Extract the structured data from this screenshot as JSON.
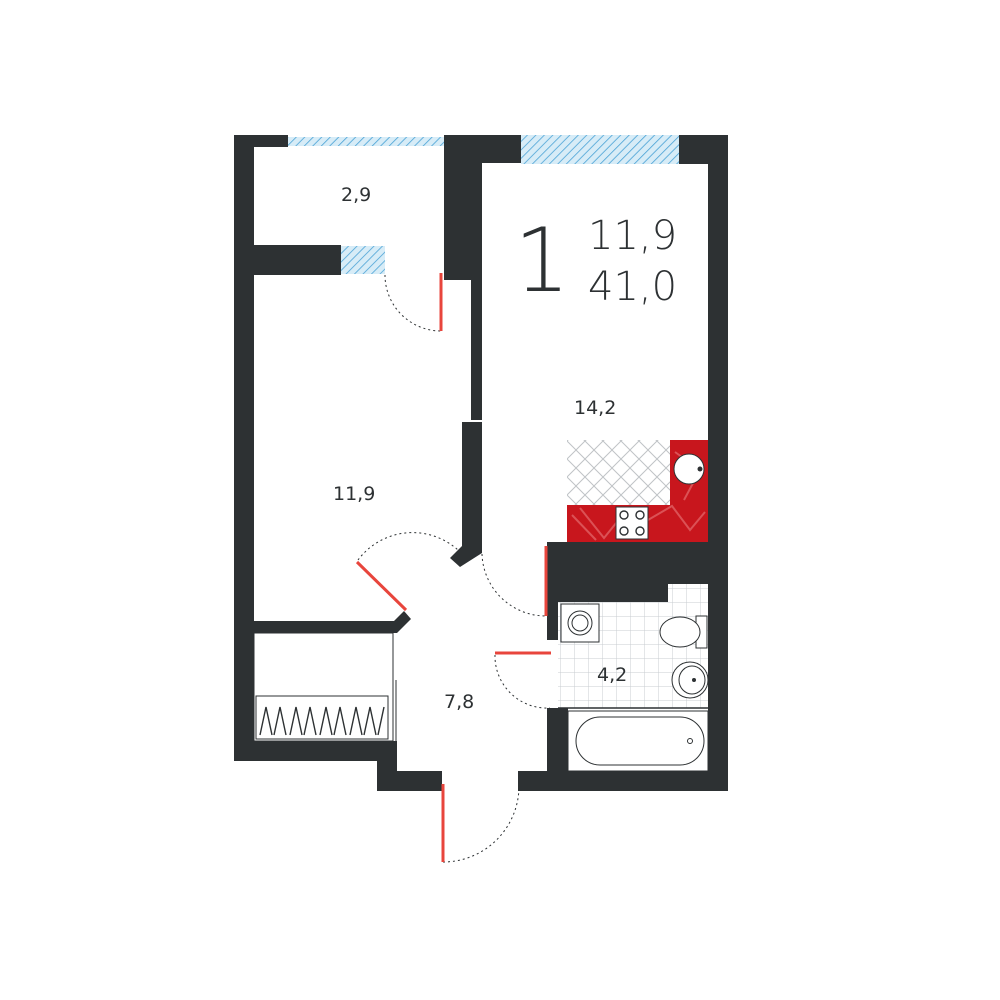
{
  "apartment": {
    "rooms": "1",
    "living_area": "11,9",
    "total_area": "41,0"
  },
  "rooms": {
    "balcony": {
      "area": "2,9"
    },
    "bedroom": {
      "area": "11,9"
    },
    "kitchen_living": {
      "area": "14,2"
    },
    "hall": {
      "area": "7,8"
    },
    "bathroom": {
      "area": "4,2"
    }
  },
  "colors": {
    "wall": "#2d3133",
    "door_leaf": "#e8453c",
    "window_glass": "#7fc3e6",
    "kitchen_counter": "#c8161d",
    "tile_grid": "#c8ccd0"
  }
}
